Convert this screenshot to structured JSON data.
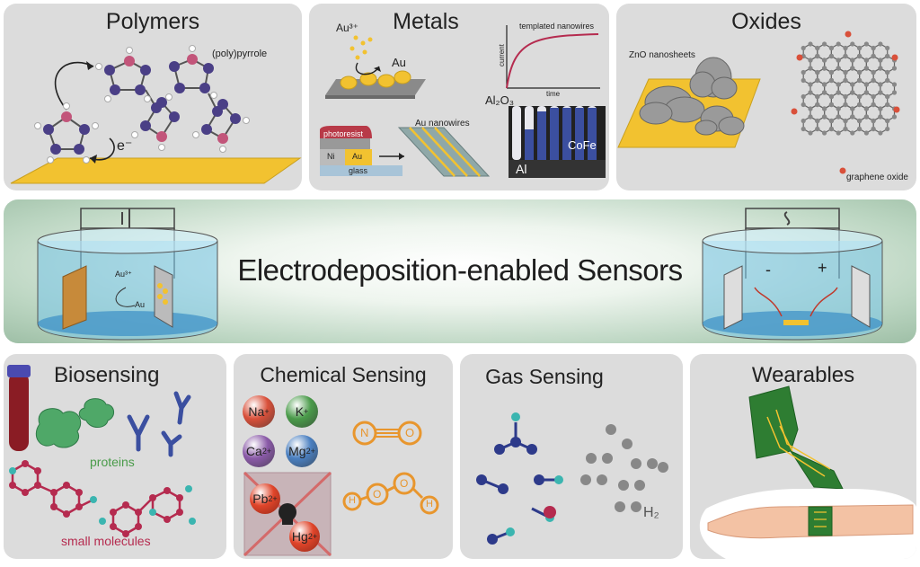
{
  "top_panels": {
    "polymers": {
      "title": "Polymers",
      "label_pyrrole": "(poly)pyrrole",
      "label_electron": "e⁻"
    },
    "metals": {
      "title": "Metals",
      "label_au_ion": "Au³⁺",
      "label_au": "Au",
      "label_photoresist": "photoresist",
      "label_ni": "Ni",
      "label_au_layer": "Au",
      "label_glass": "glass",
      "label_au_nanowires": "Au nanowires",
      "label_templated": "templated nanowires",
      "label_current": "current",
      "label_time": "time",
      "label_al2o3": "Al₂O₃",
      "label_cofe": "CoFe",
      "label_al": "Al"
    },
    "oxides": {
      "title": "Oxides",
      "label_zno": "ZnO nanosheets",
      "label_graphene_oxide": "graphene oxide"
    }
  },
  "center": {
    "title": "Electrodeposition-enabled Sensors",
    "left_cell": {
      "label_au_ion": "Au³⁺",
      "label_au": "Au"
    },
    "right_cell": {
      "label_minus": "-",
      "label_plus": "+"
    }
  },
  "bottom_panels": {
    "biosensing": {
      "title": "Biosensing",
      "label_proteins": "proteins",
      "label_small_molecules": "small molecules"
    },
    "chemical": {
      "title": "Chemical Sensing",
      "ions": [
        {
          "symbol": "Na",
          "charge": "+",
          "color": "#d9503a"
        },
        {
          "symbol": "K",
          "charge": "+",
          "color": "#4a9b4a"
        },
        {
          "symbol": "Ca",
          "charge": "2+",
          "color": "#8a5aa8"
        },
        {
          "symbol": "Mg",
          "charge": "2+",
          "color": "#4a7fc0"
        }
      ],
      "heavy_metals": [
        {
          "symbol": "Pb",
          "charge": "2+"
        },
        {
          "symbol": "Hg",
          "charge": "2+"
        }
      ],
      "label_n": "N",
      "label_o": "O",
      "peroxide": [
        "H",
        "O",
        "O",
        "H"
      ]
    },
    "gas": {
      "title": "Gas Sensing",
      "label_h2": "H₂"
    },
    "wearables": {
      "title": "Wearables"
    }
  },
  "colors": {
    "panel_bg": "#dcdcdc",
    "gold": "#f2c230",
    "purple_atom": "#4a3f86",
    "pink_atom": "#c2557a",
    "orange": "#e8962e",
    "teal": "#3bb5b0",
    "crimson": "#b52b4f"
  }
}
